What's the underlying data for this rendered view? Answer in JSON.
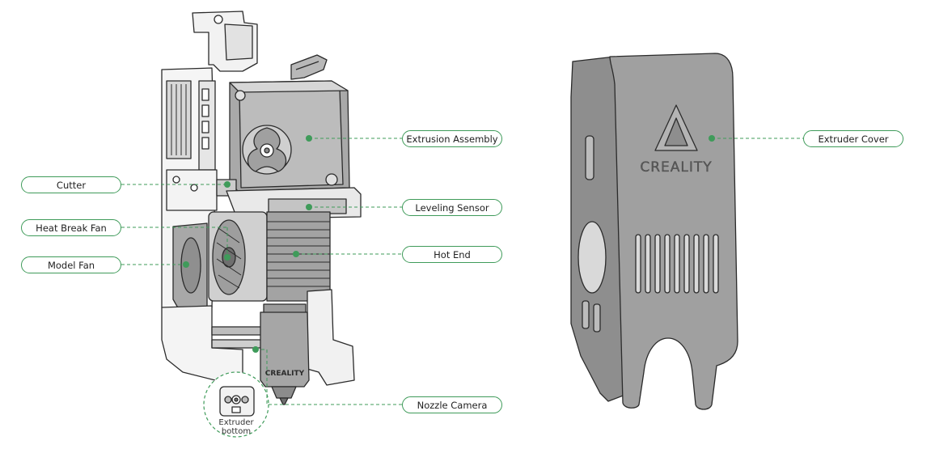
{
  "colors": {
    "accent": "#3f9b5a",
    "outline": "#2b2b2b",
    "body_light": "#f4f4f4",
    "body_mid": "#bdbdbd",
    "body_dark": "#8a8a8a",
    "cover": "#9a9a9a"
  },
  "labels": {
    "cutter": "Cutter",
    "heat_break_fan": "Heat Break Fan",
    "model_fan": "Model Fan",
    "extrusion_assembly": "Extrusion Assembly",
    "leveling_sensor": "Leveling Sensor",
    "hot_end": "Hot End",
    "nozzle_camera": "Nozzle Camera",
    "extruder_cover": "Extruder Cover",
    "extruder_bottom_line1": "Extruder",
    "extruder_bottom_line2": "bottom"
  },
  "brand": {
    "nozzle_logo": "CREALITY",
    "cover_logo": "CREALITY"
  }
}
